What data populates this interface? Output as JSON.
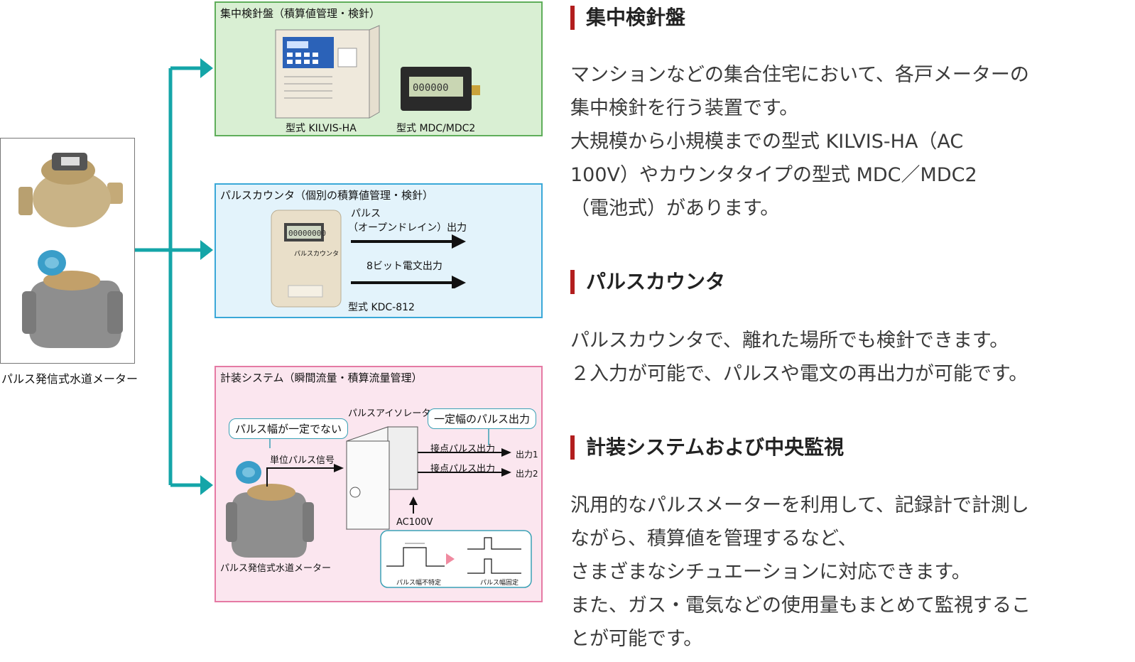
{
  "meter": {
    "caption": "パルス発信式水道メーター"
  },
  "panel1": {
    "title": "集中検針盤（積算値管理・検針）",
    "label_a": "型式 KILVIS-HA",
    "label_b": "型式 MDC/MDC2"
  },
  "panel2": {
    "title": "パルスカウンタ（個別の積算値管理・検針）",
    "out1_line1": "パルス",
    "out1_line2": "（オープンドレイン）出力",
    "out2": "8ビット電文出力",
    "model": "型式 KDC-812",
    "device_text": "パルスカウンタ"
  },
  "panel3": {
    "title": "計装システム（瞬間流量・積算流量管理）",
    "bubble_left": "パルス幅が一定でない",
    "isolator_label": "パルスアイソレータ",
    "bubble_right": "一定幅のパルス出力",
    "unit_signal": "単位パルス信号",
    "contact1": "接点パルス出力",
    "contact2": "接点パルス出力",
    "out1": "出力1",
    "out2": "出力2",
    "power": "AC100V",
    "meter_caption": "パルス発信式水道メーター",
    "wave_left": "パルス幅不特定",
    "wave_right": "パルス幅固定"
  },
  "sections": [
    {
      "heading": "集中検針盤",
      "lines": [
        "マンションなどの集合住宅において、各戸メーターの",
        "集中検針を行う装置です。",
        "大規模から小規模までの型式 KILVIS-HA（AC",
        "100V）やカウンタタイプの型式 MDC／MDC2",
        "（電池式）があります。"
      ]
    },
    {
      "heading": "パルスカウンタ",
      "lines": [
        "パルスカウンタで、離れた場所でも検針できます。",
        "２入力が可能で、パルスや電文の再出力が可能です。"
      ]
    },
    {
      "heading": "計装システムおよび中央監視",
      "lines": [
        "汎用的なパルスメーターを利用して、記録計で計測し",
        "ながら、積算値を管理するなど、",
        "さまざまなシチュエーションに対応できます。",
        "また、ガス・電気などの使用量もまとめて監視するこ",
        "とが可能です。"
      ]
    }
  ],
  "colors": {
    "connector": "#14a5a8",
    "accent_bar": "#b21e1e",
    "panel1_bg": "#d9efd3",
    "panel2_bg": "#e3f3fb",
    "panel3_bg": "#fbe6ef"
  }
}
